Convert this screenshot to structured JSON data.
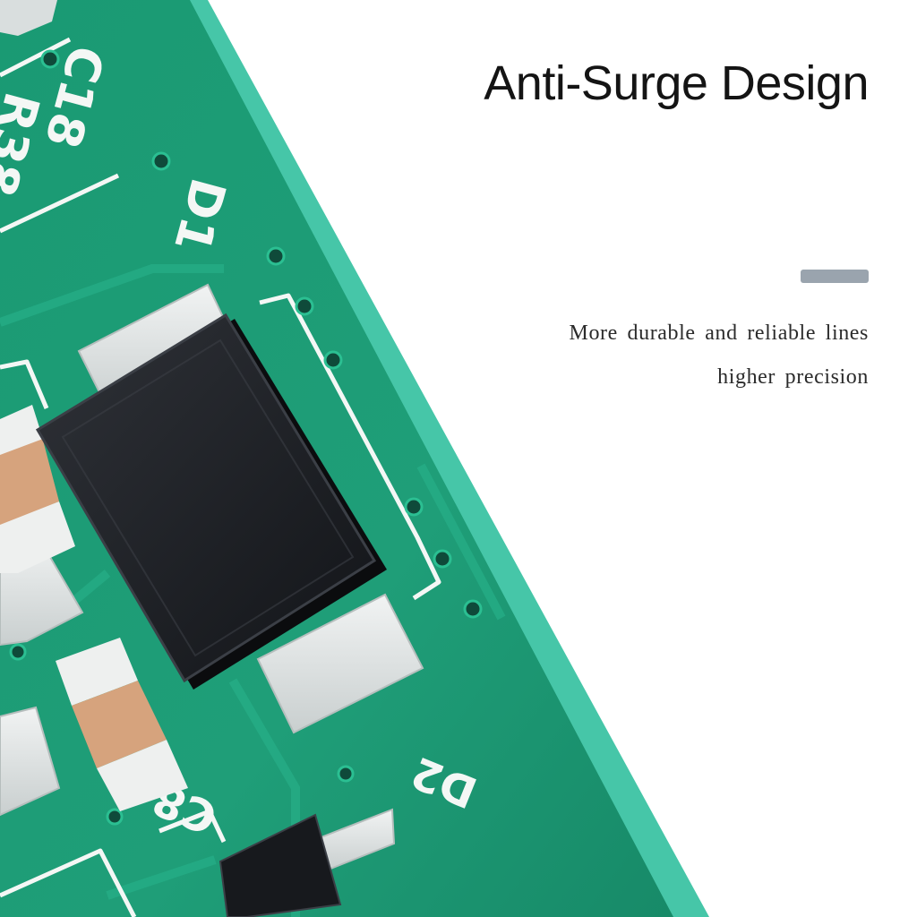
{
  "headline": "Anti-Surge Design",
  "tagline_lines": [
    "More durable and reliable lines",
    "higher precision"
  ],
  "accent_color": "#9aa4ae",
  "board": {
    "base_color": "#1f9e78",
    "edge_color": "#46c6a8",
    "silkscreen_color": "#f4f7f5",
    "silkscreen_labels": [
      "C18",
      "R38",
      "D1",
      "C8",
      "D2"
    ]
  }
}
